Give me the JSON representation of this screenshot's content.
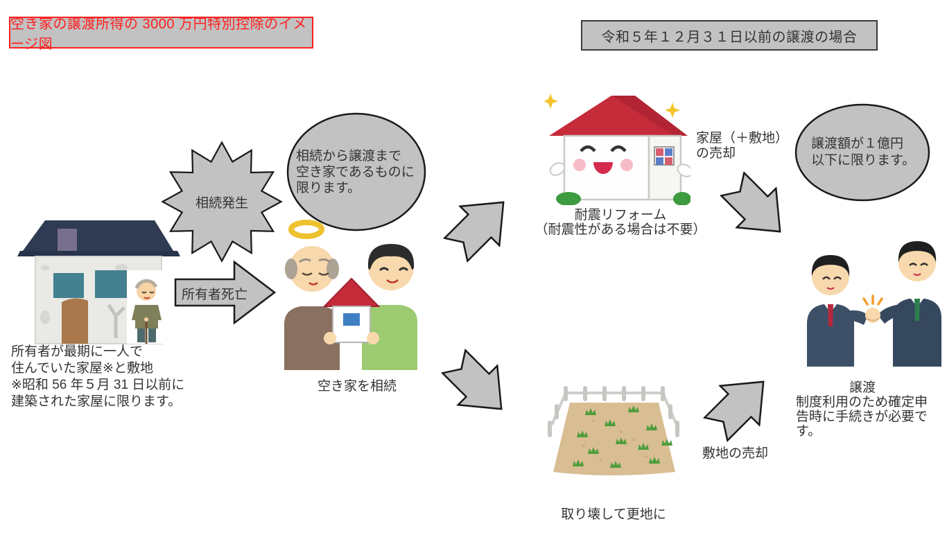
{
  "colors": {
    "background": "#ffffff",
    "shape_gray": "#c2c2c2",
    "shape_border": "#1a1a1a",
    "text": "#333333",
    "title_red": "#ff1f1f",
    "roof_red": "#c62b39",
    "grass_green": "#4f9e3c",
    "halo_yellow": "#eec12f"
  },
  "title_box": {
    "text": "空き家の譲渡所得の 3000 万円特別控除のイメージ図"
  },
  "period_box": {
    "text": "令和５年１２月３１日以前の譲渡の場合"
  },
  "burst": {
    "label": "相続発生"
  },
  "vacancy_bubble": {
    "lines": [
      "相続から譲渡まで",
      "空き家であるものに",
      "限ります。"
    ]
  },
  "owner_death_arrow": {
    "label": "所有者死亡"
  },
  "old_house": {
    "note_lines": [
      "所有者が最期に一人で",
      "住んでいた家屋※と敷地",
      "※昭和 56 年５月 31 日以前に",
      "建築された家屋に限ります。"
    ]
  },
  "inherit": {
    "caption": "空き家を相続"
  },
  "reform": {
    "caption_lines": [
      "耐震リフォーム",
      "（耐震性がある場合は不要）"
    ]
  },
  "house_sale_label": {
    "lines": [
      "家屋（＋敷地）",
      "の売却"
    ]
  },
  "price_bubble": {
    "lines": [
      "譲渡額が１億円",
      "以下に限ります。"
    ]
  },
  "transfer": {
    "caption_title": "譲渡",
    "caption_lines": [
      "制度利用のため確定申",
      "告時に手続きが必要で",
      "す。"
    ]
  },
  "demolition": {
    "caption": "取り壊して更地に"
  },
  "land_sale_label": {
    "text": "敷地の売却"
  }
}
